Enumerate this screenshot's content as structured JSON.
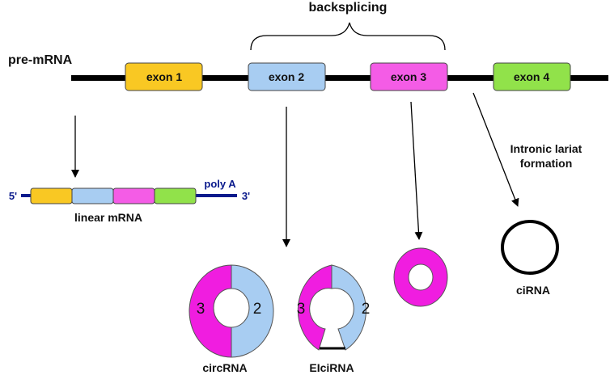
{
  "labels": {
    "backsplicing": "backsplicing",
    "pre_mrna": "pre-mRNA",
    "linear_mrna": "linear mRNA",
    "five_prime": "5'",
    "three_prime": "3'",
    "poly_a": "poly A",
    "intronic_line1": "Intronic lariat",
    "intronic_line2": "formation",
    "circrna": "circRNA",
    "eicirna": "EIciRNA",
    "cirna": "ciRNA"
  },
  "exons": [
    {
      "label": "exon 1",
      "color": "#f9c823"
    },
    {
      "label": "exon 2",
      "color": "#a8cdf2"
    },
    {
      "label": "exon 3",
      "color": "#f45ce6"
    },
    {
      "label": "exon 4",
      "color": "#91e24a"
    }
  ],
  "circ_numbers": {
    "circ_left": "3",
    "circ_right": "2",
    "eici_left": "3",
    "eici_right": "2"
  },
  "colors": {
    "line": "#000000",
    "mrna_line": "#0a1a8c",
    "magenta": "#f01de0",
    "light_blue": "#a8cdf2"
  }
}
